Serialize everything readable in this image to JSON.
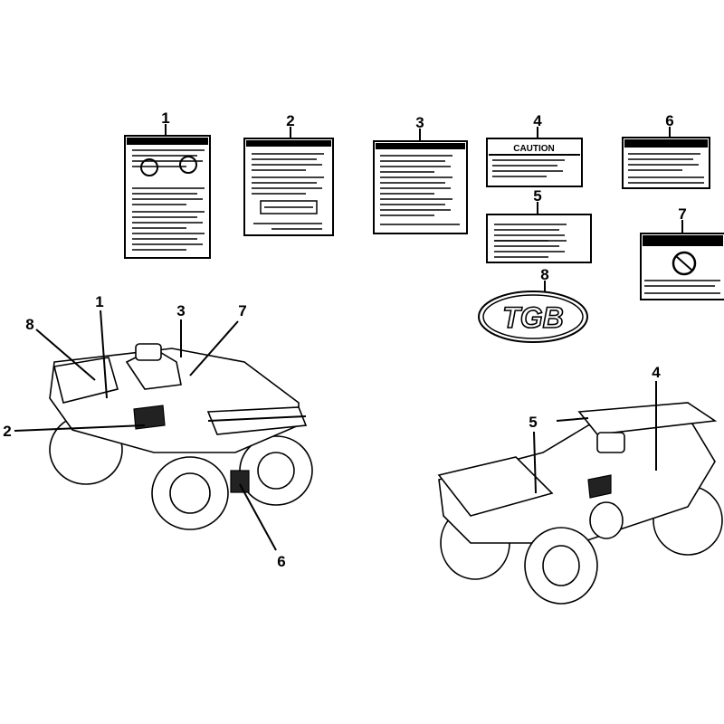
{
  "labels": {
    "caution_heading": "CAUTION",
    "logo_text": "TGB"
  },
  "callouts": {
    "decals": [
      "1",
      "2",
      "3",
      "4",
      "5",
      "6",
      "7",
      "8"
    ],
    "left_atv": [
      "8",
      "1",
      "3",
      "7",
      "2",
      "6"
    ],
    "right_atv": [
      "5",
      "4"
    ]
  }
}
